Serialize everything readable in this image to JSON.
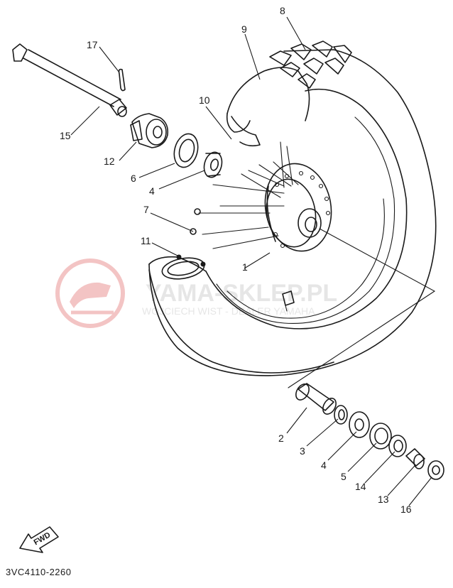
{
  "diagram": {
    "drawing_code": "3VC4110-2260",
    "direction_arrow_label": "FWD",
    "watermark": {
      "line1": "YAMA-SKLEP.PL",
      "line2": "WOJCIECH WIST - DEALER YAMAHA"
    },
    "callouts": [
      "1",
      "2",
      "3",
      "4",
      "4",
      "5",
      "6",
      "7",
      "8",
      "9",
      "10",
      "11",
      "12",
      "13",
      "14",
      "15",
      "16",
      "17"
    ],
    "colors": {
      "ink": "#1a1a1a",
      "watermark_red": "#f3c4c4",
      "watermark_grey": "#e6e6e6"
    }
  }
}
